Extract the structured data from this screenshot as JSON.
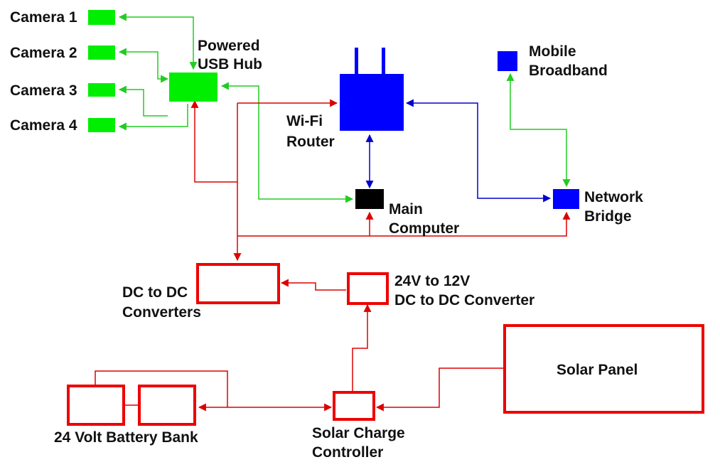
{
  "colors": {
    "green": "#00ee00",
    "blue": "#0000ff",
    "black": "#000000",
    "red": "#ee0000",
    "data_line_green": "#22cc22",
    "data_line_blue": "#0000cc",
    "power_line_red": "#dd0000"
  },
  "labels": {
    "camera_1": "Camera 1",
    "camera_2": "Camera 2",
    "camera_3": "Camera 3",
    "camera_4": "Camera 4",
    "usb_hub_line1": "Powered",
    "usb_hub_line2": "USB Hub",
    "router_line1": "Wi-Fi",
    "router_line2": "Router",
    "mobile_line1": "Mobile",
    "mobile_line2": "Broadband",
    "bridge_line1": "Network",
    "bridge_line2": "Bridge",
    "computer_line1": "Main",
    "computer_line2": "Computer",
    "dcdc_line1": "DC to DC",
    "dcdc_line2": "Converters",
    "conv24_line1": "24V to 12V",
    "conv24_line2": "DC to DC Converter",
    "solar_panel": "Solar Panel",
    "battery": "24 Volt Battery Bank",
    "charge_line1": "Solar Charge",
    "charge_line2": "Controller"
  }
}
